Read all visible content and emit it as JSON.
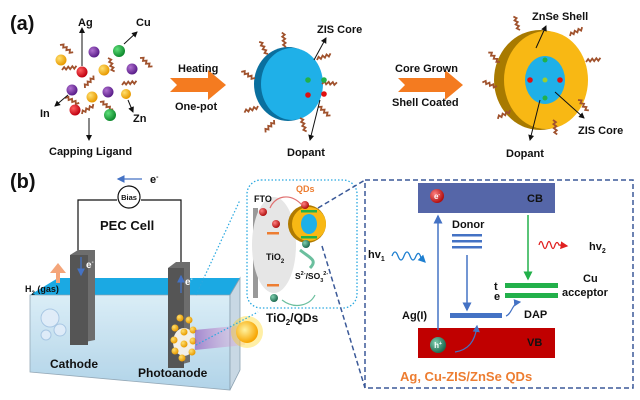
{
  "panel_a": {
    "label": "(a)",
    "precursors": {
      "elements": [
        "Ag",
        "Cu",
        "In",
        "Zn"
      ],
      "ligand_label": "Capping Ligand"
    },
    "step1": {
      "top": "Heating",
      "bottom": "One-pot"
    },
    "core_particle": {
      "top_label": "ZIS Core",
      "bottom_label": "Dopant"
    },
    "step2": {
      "top": "Core Grown",
      "bottom": "Shell Coated"
    },
    "coreshell_particle": {
      "top_label": "ZnSe Shell",
      "core_label": "ZIS Core",
      "dopant_label": "Dopant"
    }
  },
  "panel_b": {
    "label": "(b)",
    "pec_cell": {
      "title": "PEC Cell",
      "bias_label": "Bias",
      "electron_top": "e",
      "electron_sup": "-",
      "h2_label": "H",
      "h2_sub": "2",
      "h2_rest": " (gas)",
      "cathode_label": "Cathode",
      "photoanode_label": "Photoanode",
      "electrode_e": "e",
      "electrode_sup": "-"
    },
    "inset": {
      "fto_label": "FTO",
      "qds_label": "QDs",
      "tio2_label": "TiO",
      "tio2_sub": "2",
      "scavenger": "S",
      "scavenger_sup": "2-",
      "scavenger_mid": "/SO",
      "scavenger_sub": "3",
      "scavenger_sup2": "2-",
      "caption": "TiO",
      "caption_sub": "2",
      "caption_rest": "/QDs",
      "electron_glyph": "e",
      "hole_glyph": "h"
    },
    "band_diagram": {
      "cb_label": "CB",
      "vb_label": "VB",
      "donor_label": "Donor",
      "hv1": "hv",
      "hv1_sub": "1",
      "hv2": "hv",
      "hv2_sub": "2",
      "t_label": "t",
      "e_label": "e",
      "cu_acceptor_1": "Cu",
      "cu_acceptor_2": "acceptor",
      "ag_label": "Ag(I)",
      "dap_label": "DAP",
      "electron": "e",
      "electron_sup": "-",
      "hole": "h",
      "hole_sup": "+",
      "caption": "Ag, Cu-ZIS/ZnSe QDs"
    }
  },
  "colors": {
    "arrow_orange": "#f47b20",
    "core_blue": "#1fb0e8",
    "shell_gold": "#f8b814",
    "cb_band": "#5566a8",
    "vb_band": "#c00000",
    "donor_blue": "#4472c4",
    "acceptor_green": "#22b04a",
    "caption_orange": "#ed7d31",
    "ligand_brown": "#a0522d",
    "inset_border": "#29a8e0",
    "band_border": "#3b5998"
  }
}
